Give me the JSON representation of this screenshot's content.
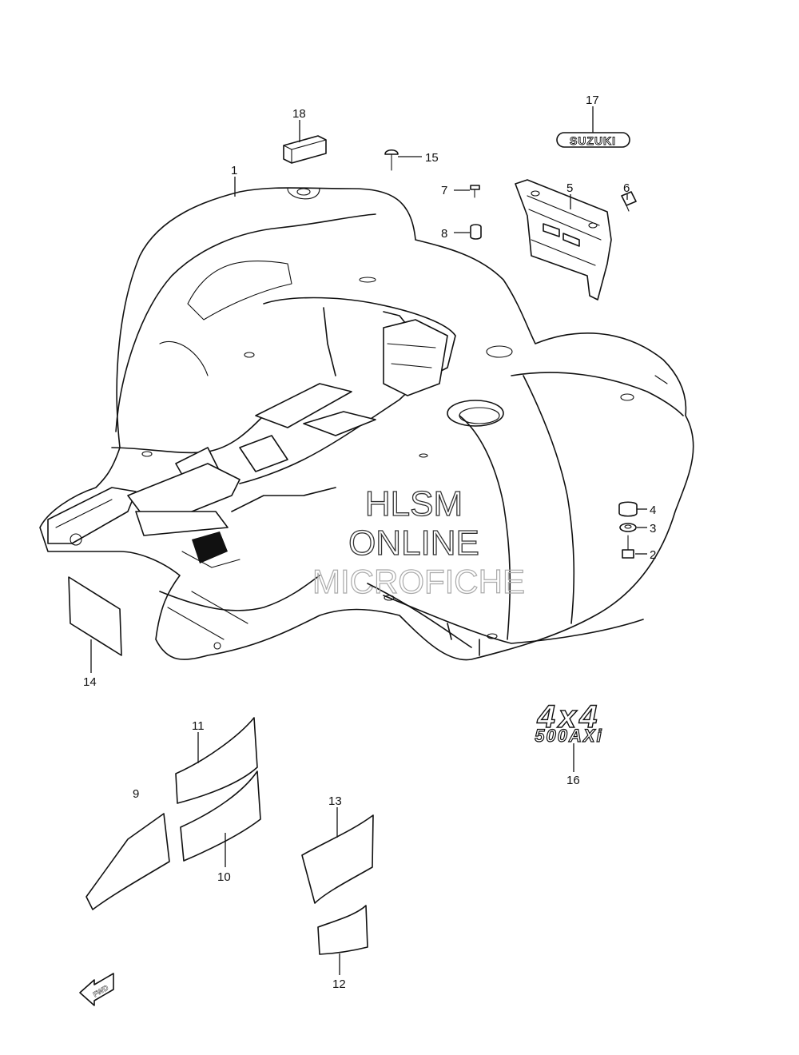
{
  "callouts": {
    "c1": "1",
    "c2": "2",
    "c3": "3",
    "c4": "4",
    "c5": "5",
    "c6": "6",
    "c7": "7",
    "c8": "8",
    "c9": "9",
    "c10": "10",
    "c11": "11",
    "c12": "12",
    "c13": "13",
    "c14": "14",
    "c15": "15",
    "c16": "16",
    "c17": "17",
    "c18": "18"
  },
  "emblems": {
    "suzuki": "SUZUKI",
    "model_top": "4x4",
    "model_bottom": "500AXi",
    "fwd": "FWD"
  },
  "watermark": {
    "line1": "HLSM",
    "line2": "ONLINE",
    "line3": "MICROFICHE"
  }
}
